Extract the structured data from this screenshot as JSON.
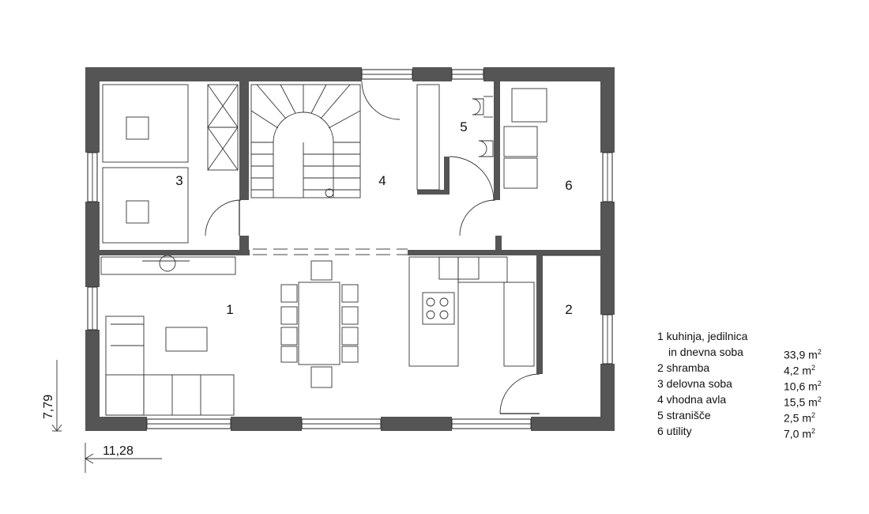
{
  "rooms": [
    {
      "number": "1"
    },
    {
      "number": "2"
    },
    {
      "number": "3"
    },
    {
      "number": "4"
    },
    {
      "number": "5"
    },
    {
      "number": "6"
    }
  ],
  "dimensions": {
    "width": "11,28",
    "height": "7,79"
  },
  "legend": {
    "unit_exp": "2",
    "rows": [
      {
        "name": "1 kuhinja, jedilnica",
        "value": ""
      },
      {
        "name": "in dnevna soba",
        "value": "33,9 m"
      },
      {
        "name": "2 shramba",
        "value": "4,2 m"
      },
      {
        "name": "3 delovna soba",
        "value": "10,6 m"
      },
      {
        "name": "4 vhodna avla",
        "value": "15,5 m"
      },
      {
        "name": "5 stranišče",
        "value": "2,5 m"
      },
      {
        "name": "6 utility",
        "value": "7,0 m"
      }
    ]
  }
}
